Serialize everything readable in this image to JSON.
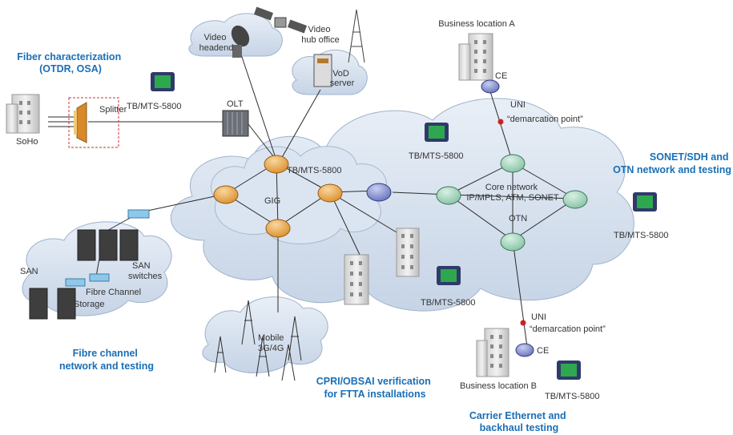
{
  "sections": {
    "fiber": [
      "Fiber characterization",
      "(OTDR, OSA)"
    ],
    "sonet": [
      "SONET/SDH and",
      "OTN network and testing"
    ],
    "fibre_channel": [
      "Fibre channel",
      "network and testing"
    ],
    "cpri": [
      "CPRI/OBSAI verification",
      "for FTTA installations"
    ],
    "carrier": [
      "Carrier Ethernet and",
      "backhaul testing"
    ]
  },
  "labels": {
    "business_a": "Business location A",
    "business_b": "Business location B",
    "video_headend": [
      "Video",
      "headend"
    ],
    "video_hub": [
      "Video",
      "hub office"
    ],
    "vod_server": [
      "VoD",
      "server"
    ],
    "splitter": "Splitter",
    "olt": "OLT",
    "soho": "SoHo",
    "gig": "GIG",
    "core_network": [
      "Core network",
      "IP/MPLS, ATM, SONET"
    ],
    "otn": "OTN",
    "ce_top": "CE",
    "ce_bottom": "CE",
    "uni_top": [
      "UNI",
      "“demarcation point”"
    ],
    "uni_bottom": [
      "UNI",
      "“demarcation point”"
    ],
    "san": "SAN",
    "san_switches": [
      "SAN",
      "switches"
    ],
    "fibre_channel_storage": [
      "Fibre Channel",
      "Storage"
    ],
    "mobile": [
      "Mobile",
      "3G/4G"
    ]
  },
  "testers": [
    "TB/MTS-5800",
    "TB/MTS-5800",
    "TB/MTS-5800",
    "TB/MTS-5800",
    "TB/MTS-5800",
    "TB/MTS-5800"
  ]
}
